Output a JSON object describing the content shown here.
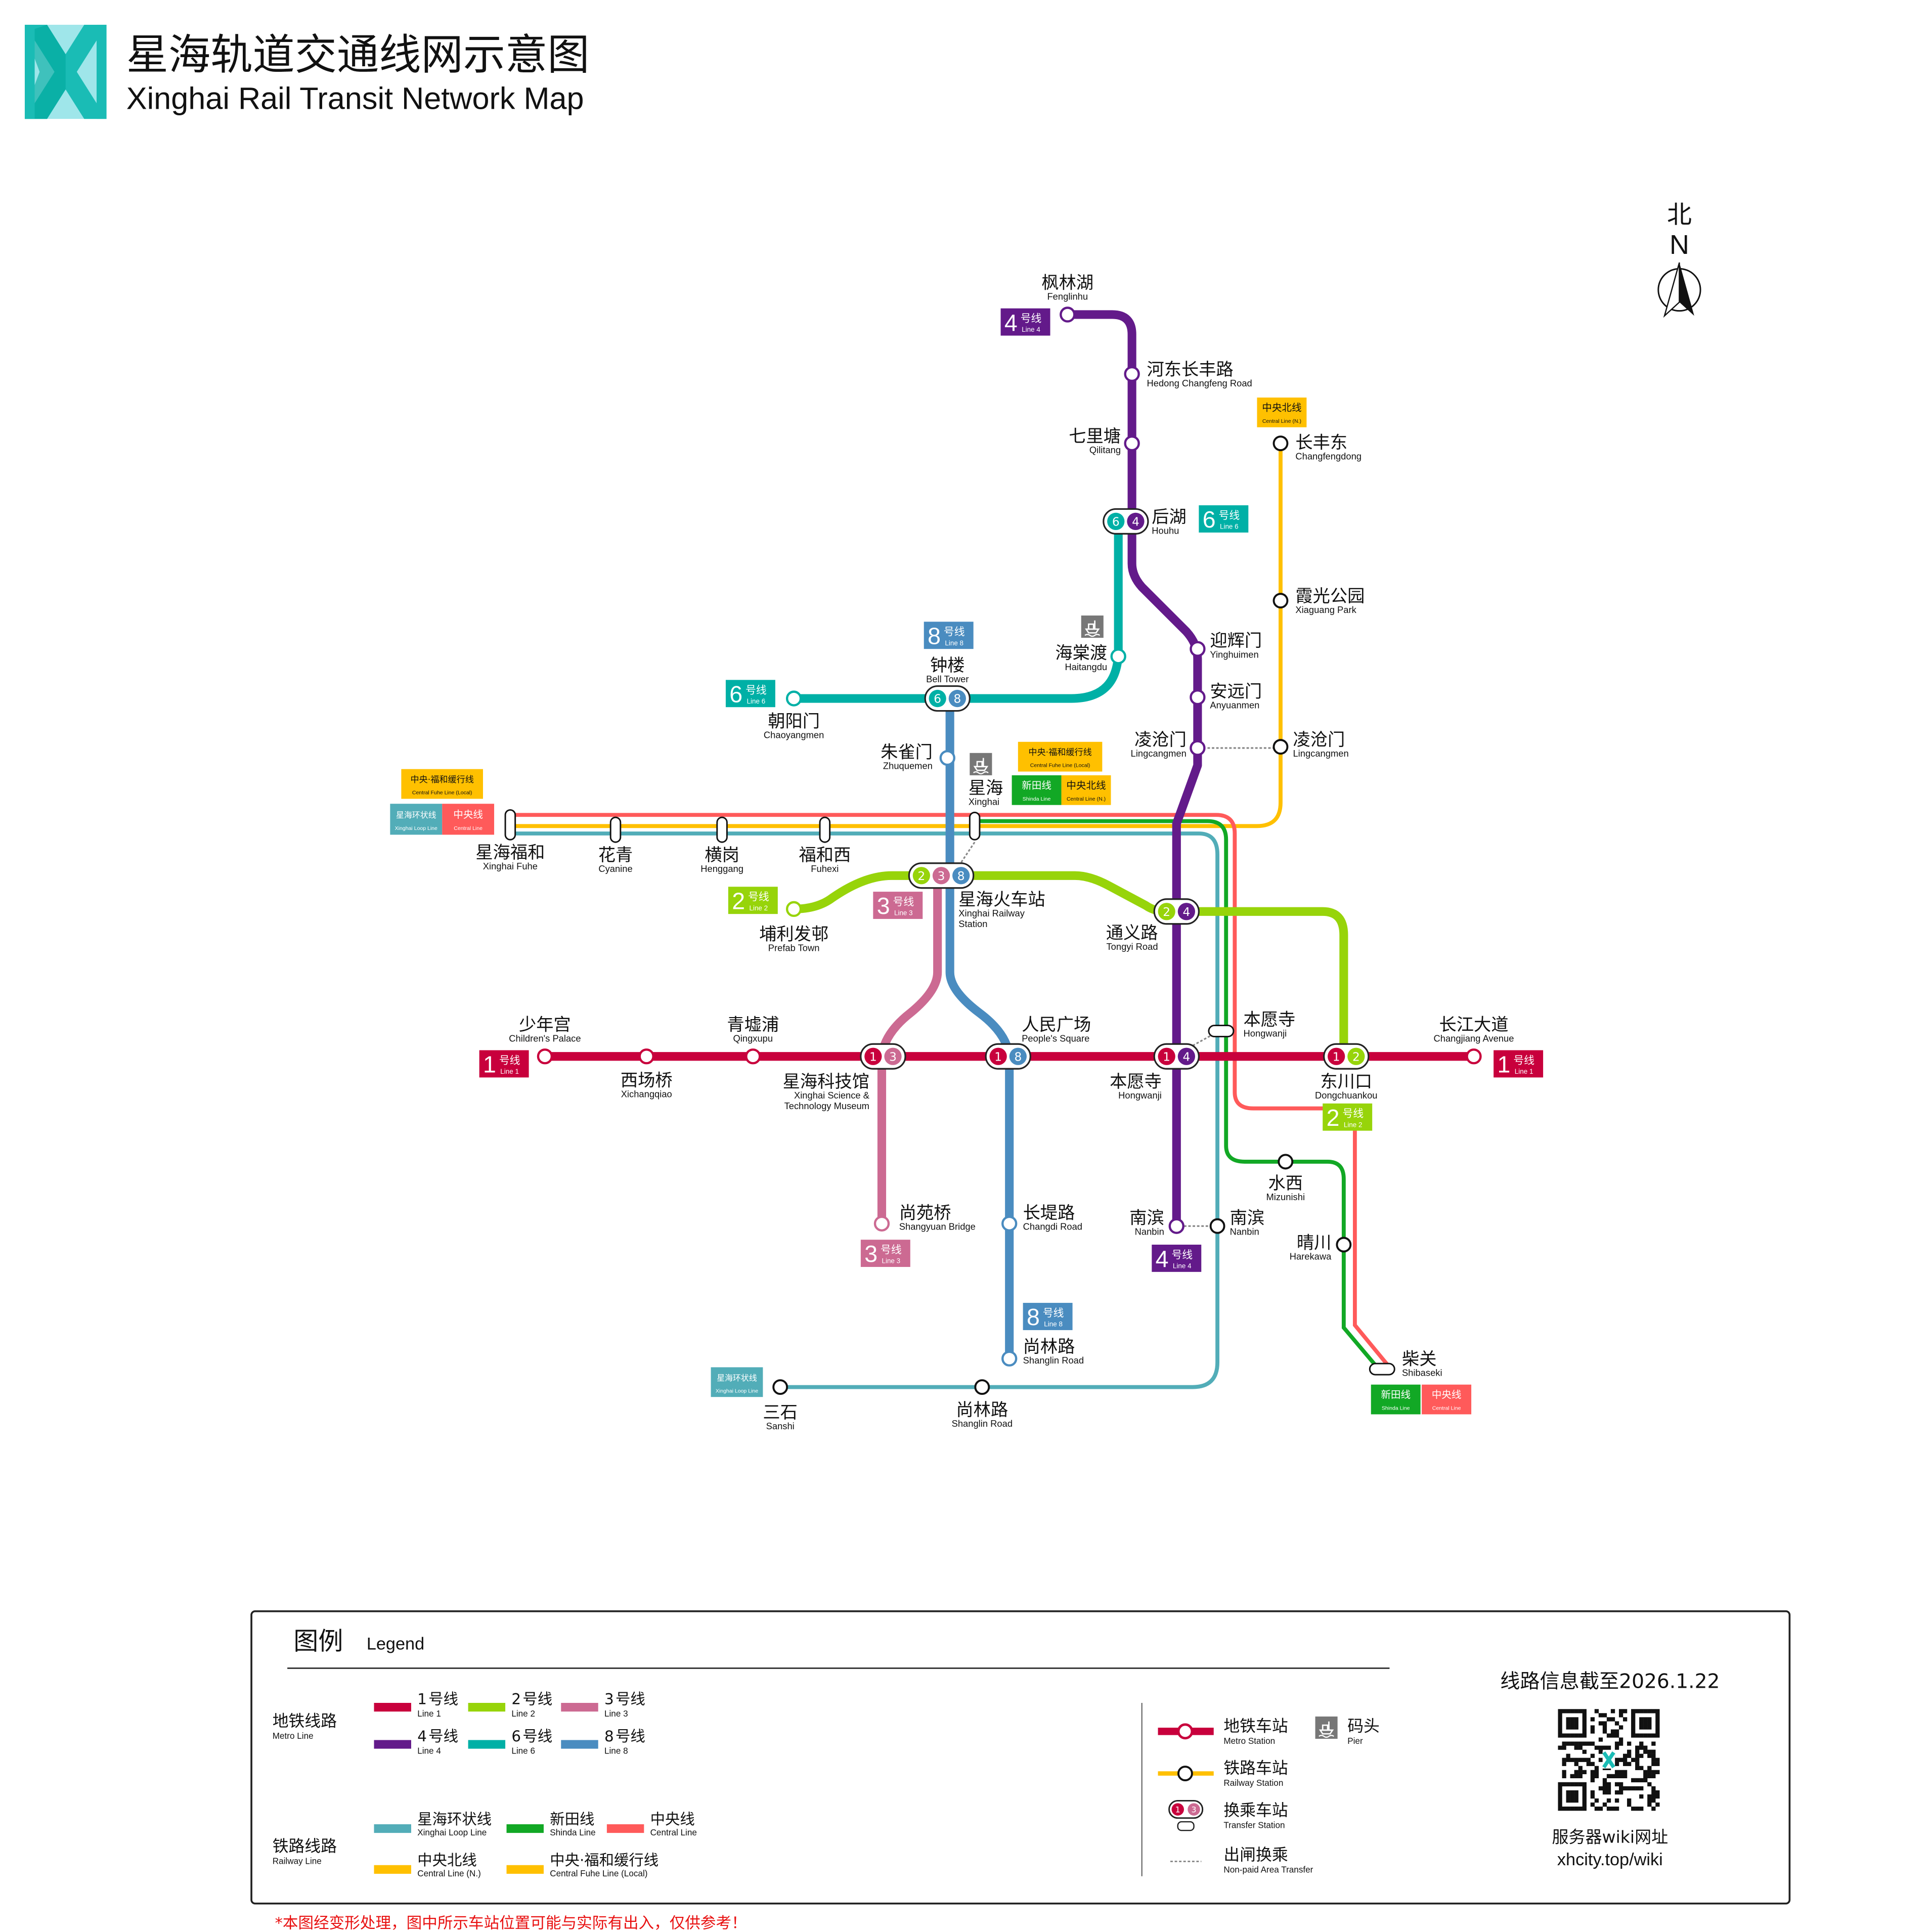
{
  "header": {
    "title_zh": "星海轨道交通线网示意图",
    "title_en": "Xinghai Rail Transit Network Map"
  },
  "compass": {
    "zh": "北",
    "en": "N"
  },
  "lines": {
    "l1": {
      "num": "1",
      "zh": "号线",
      "en": "Line 1",
      "color": "#C8003C"
    },
    "l2": {
      "num": "2",
      "zh": "号线",
      "en": "Line 2",
      "color": "#97D40A"
    },
    "l3": {
      "num": "3",
      "zh": "号线",
      "en": "Line 3",
      "color": "#CC6A92"
    },
    "l4": {
      "num": "4",
      "zh": "号线",
      "en": "Line 4",
      "color": "#631A8A"
    },
    "l6": {
      "num": "6",
      "zh": "号线",
      "en": "Line 6",
      "color": "#00B0A6"
    },
    "l8": {
      "num": "8",
      "zh": "号线",
      "en": "Line 8",
      "color": "#4A8CC0"
    }
  },
  "railways": {
    "loop": {
      "zh": "星海环状线",
      "en": "Xinghai Loop Line",
      "color": "#52ADB8"
    },
    "shinda": {
      "zh": "新田线",
      "en": "Shinda Line",
      "color": "#12A825"
    },
    "central": {
      "zh": "中央线",
      "en": "Central Line",
      "color": "#FF5A5A"
    },
    "central_n": {
      "zh": "中央北线",
      "en": "Central Line (N.)",
      "color": "#FFC000"
    },
    "fuhe": {
      "zh": "中央·福和缓行线",
      "en": "Central Fuhe Line (Local)",
      "color": "#FFC000"
    }
  },
  "stations": {
    "fenglinhu": {
      "zh": "枫林湖",
      "en": "Fenglinhu"
    },
    "hedong": {
      "zh": "河东长丰路",
      "en": "Hedong Changfeng Road"
    },
    "qilitang": {
      "zh": "七里塘",
      "en": "Qilitang"
    },
    "houhu": {
      "zh": "后湖",
      "en": "Houhu"
    },
    "haitangdu": {
      "zh": "海棠渡",
      "en": "Haitangdu"
    },
    "zhonglou": {
      "zh": "钟楼",
      "en": "Bell Tower"
    },
    "chaoyangmen": {
      "zh": "朝阳门",
      "en": "Chaoyangmen"
    },
    "zhuquemen": {
      "zh": "朱雀门",
      "en": "Zhuquemen"
    },
    "xinghai": {
      "zh": "星海",
      "en": "Xinghai"
    },
    "yinghuimen": {
      "zh": "迎辉门",
      "en": "Yinghuimen"
    },
    "anyuanmen": {
      "zh": "安远门",
      "en": "Anyuanmen"
    },
    "lingcangmen_m": {
      "zh": "凌沧门",
      "en": "Lingcangmen"
    },
    "lingcangmen_r": {
      "zh": "凌沧门",
      "en": "Lingcangmen"
    },
    "changfengdong": {
      "zh": "长丰东",
      "en": "Changfengdong"
    },
    "xiaguang": {
      "zh": "霞光公园",
      "en": "Xiaguang Park"
    },
    "xinghai_fuhe": {
      "zh": "星海福和",
      "en": "Xinghai Fuhe"
    },
    "cyanine": {
      "zh": "花青",
      "en": "Cyanine"
    },
    "henggang": {
      "zh": "横岗",
      "en": "Henggang"
    },
    "fuhexi": {
      "zh": "福和西",
      "en": "Fuhexi"
    },
    "xinghai_rs": {
      "zh": "星海火车站",
      "en": "Xinghai Railway",
      "en2": "Station"
    },
    "prefab": {
      "zh": "埔利发邨",
      "en": "Prefab Town"
    },
    "tongyi": {
      "zh": "通义路",
      "en": "Tongyi Road"
    },
    "childrens": {
      "zh": "少年宫",
      "en": "Children's Palace"
    },
    "xichangqiao": {
      "zh": "西场桥",
      "en": "Xichangqiao"
    },
    "qingxupu": {
      "zh": "青墟浦",
      "en": "Qingxupu"
    },
    "scitech": {
      "zh": "星海科技馆",
      "en": "Xinghai Science &",
      "en2": "Technology Museum"
    },
    "peoples": {
      "zh": "人民广场",
      "en": "People's Square"
    },
    "hongwanji_m": {
      "zh": "本愿寺",
      "en": "Hongwanji"
    },
    "hongwanji_r": {
      "zh": "本愿寺",
      "en": "Hongwanji"
    },
    "dongchuankou": {
      "zh": "东川口",
      "en": "Dongchuankou"
    },
    "changjiang": {
      "zh": "长江大道",
      "en": "Changjiang Avenue"
    },
    "shangyuan": {
      "zh": "尚苑桥",
      "en": "Shangyuan Bridge"
    },
    "changdi": {
      "zh": "长堤路",
      "en": "Changdi Road"
    },
    "nanbin_m": {
      "zh": "南滨",
      "en": "Nanbin"
    },
    "nanbin_r": {
      "zh": "南滨",
      "en": "Nanbin"
    },
    "mizunishi": {
      "zh": "水西",
      "en": "Mizunishi"
    },
    "harekawa": {
      "zh": "晴川",
      "en": "Harekawa"
    },
    "shibaseki": {
      "zh": "柴关",
      "en": "Shibaseki"
    },
    "shanglin_m": {
      "zh": "尚林路",
      "en": "Shanglin Road"
    },
    "shanglin_r": {
      "zh": "尚林路",
      "en": "Shanglin Road"
    },
    "sanshi": {
      "zh": "三石",
      "en": "Sanshi"
    }
  },
  "legend": {
    "title_zh": "图例",
    "title_en": "Legend",
    "metro_zh": "地铁线路",
    "metro_en": "Metro Line",
    "rail_zh": "铁路线路",
    "rail_en": "Railway Line",
    "metro_station_zh": "地铁车站",
    "metro_station_en": "Metro Station",
    "pier_zh": "码头",
    "pier_en": "Pier",
    "rail_station_zh": "铁路车站",
    "rail_station_en": "Railway Station",
    "transfer_zh": "换乘车站",
    "transfer_en": "Transfer Station",
    "nonpaid_zh": "出闸换乘",
    "nonpaid_en": "Non-paid Area Transfer"
  },
  "info": {
    "updated": "线路信息截至2026.1.22",
    "wiki_label": "服务器wiki网址",
    "wiki_url": "xhcity.top/wiki"
  },
  "footnote": "*本图经变形处理，图中所示车站位置可能与实际有出入，仅供参考！"
}
